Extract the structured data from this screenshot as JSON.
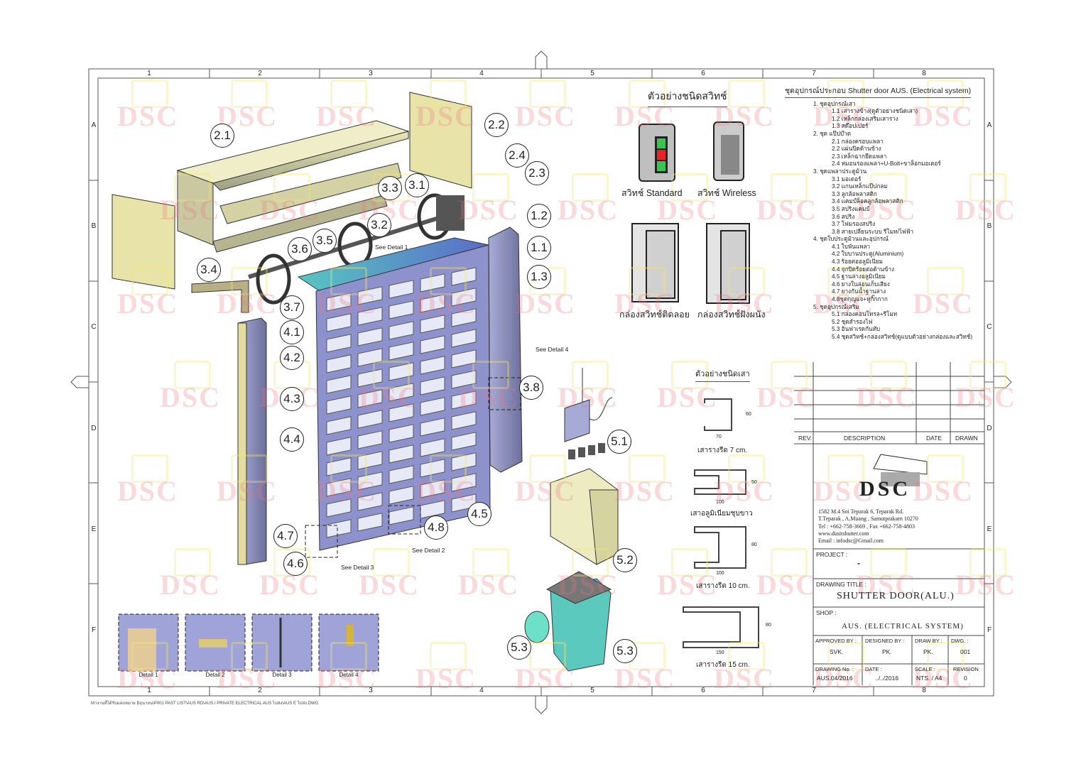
{
  "frame": {
    "columns": [
      "1",
      "2",
      "3",
      "4",
      "5",
      "6",
      "7",
      "8"
    ],
    "rows": [
      "A",
      "B",
      "C",
      "D",
      "E",
      "F"
    ]
  },
  "watermark": "DSC",
  "callouts": {
    "c2_1": "2.1",
    "c2_2": "2.2",
    "c2_4": "2.4",
    "c2_3": "2.3",
    "c3_3": "3.3",
    "c3_1": "3.1",
    "c1_2": "1.2",
    "c3_2": "3.2",
    "c3_5": "3.5",
    "c3_6": "3.6",
    "c1_1": "1.1",
    "c3_4": "3.4",
    "c1_3": "1.3",
    "c3_7": "3.7",
    "c4_1": "4.1",
    "c4_2": "4.2",
    "c3_8": "3.8",
    "c4_3": "4.3",
    "c4_4": "4.4",
    "c5_1": "5.1",
    "c4_5": "4.5",
    "c4_8": "4.8",
    "c4_7": "4.7",
    "c4_6": "4.6",
    "c5_2": "5.2",
    "c5_3a": "5.3",
    "c5_3b": "5.3"
  },
  "see_details": {
    "d1": "See Detail 1",
    "d2": "See Detail 2",
    "d3": "See Detail 3",
    "d4": "See Detail 4"
  },
  "details": [
    "Detail 1",
    "Detail 2",
    "Detail 3",
    "Detail 4"
  ],
  "switch_section": {
    "title": "ตัวอย่างชนิดสวิทช์",
    "standard": "สวิทช์ Standard",
    "wireless": "สวิทช์ Wireless",
    "surface_box": "กล่องสวิทช์ติดลอย",
    "flush_box": "กล่องสวิทช์ฝังผนัง"
  },
  "post_section": {
    "title": "ตัวอย่างชนิดเสา",
    "posts": [
      {
        "label": "เสารางรีด 7 cm.",
        "width": "70",
        "height": "60"
      },
      {
        "label": "เสาอลูมิเนียมชุบขาว",
        "width": "100",
        "height": "50"
      },
      {
        "label": "เสารางรีด 10 cm.",
        "width": "100",
        "height": "80"
      },
      {
        "label": "เสารางรีด 15 cm.",
        "width": "150",
        "height": "80"
      }
    ]
  },
  "parts_list": {
    "title": "ชุดอุปกรณ์ประกอบ Shutter door  AUS. (Electrical system)",
    "groups": [
      {
        "label": "1. ชุดอุปกรณ์เสา",
        "items": [
          "1.1 เสารางข้าง(ดูตัวอย่างชนิดเสา)",
          "1.2 เหล็กกล่องเสริมเสาราง",
          "1.3 สต๊อปเปอร์"
        ]
      },
      {
        "label": "2. ชุด แป๊ปบ๊าด",
        "items": [
          "2.1 กล่องครอบแพลา",
          "2.2 แผ่นปิดด้านข้าง",
          "2.3 เหล็กฉากยึดแพลา",
          "2.4 หมอนรองแพลา+U-Bolt+ขาล็อกมอเตอร์"
        ]
      },
      {
        "label": "3. ชุดแพลาประตูม้วน",
        "items": [
          "3.1 มอเตอร์",
          "3.2 แกนเหล็กแป๊ปกลม",
          "3.3 ลูกล้อพลาสติก",
          "3.4 แคมป์ล็อคลูกล้อพลาสติก",
          "3.5 สปริงแคมป์",
          "3.6 สปริง",
          "3.7 โฟมรองสปริง",
          "3.8 สายเปลี่ยนระบบ รีโมท/ไฟฟ้า"
        ]
      },
      {
        "label": "4. ชุดใบประตูม้วนและอุปกรณ์",
        "items": [
          "4.1 ใบพันแพลา",
          "4.2 ใบบานประตู(Aluminium)",
          "4.3 ร้อยต่ออลูมิเนียม",
          "4.4 จุกปิดร้อยต่อด้านข้าง",
          "4.5 ฐานล่างอลูมิเนียม",
          "4.6 ยางในล่อนเก็บเสียง",
          "4.7 ยางกันน้ำฐานล่าง",
          "4.8ชุดกุญแจ+หูกิ๊กกาก"
        ]
      },
      {
        "label": "5. ชุดอุปกรณ์เสริม",
        "items": [
          "5.1 กล่องคอนโทรล+รีโมท",
          "5.2 ชุดสำรองไฟ",
          "5.3 อินฟาเรดกันทับ",
          "5.4 ชุดสวิทช์+กล่องสวิทช์(ดูแบบตัวอย่างกล่องและสวิทช์)"
        ]
      }
    ]
  },
  "title_block": {
    "headers": {
      "rev": "REV.",
      "description": "DESCRIPTION",
      "date": "DATE",
      "drawn": "DRAWN"
    },
    "logo": "DSC",
    "address": [
      "1582 M.4 Soi Teparak 6, Teparak Rd.",
      "T.Teparak , A.Muang , Samutprakarn 10270",
      "Tel : +662-758-3669 , Fax +662-758-4803",
      "www.dusitshutter.com",
      "Email : infodsc@Gmail.com"
    ],
    "project_label": "PROJECT :",
    "project_value": "-",
    "drawing_title_label": "DRAWING TITLE :",
    "drawing_title": "SHUTTER DOOR(ALU.)",
    "shop_label": "SHOP :",
    "shop_value": "AUS. (ELECTRICAL SYSTEM)",
    "approved_label": "APPROVED  BY :",
    "approved": "SVK.",
    "designed_label": "DESIGNED BY :",
    "designed": "PK.",
    "drawby_label": "DRAW BY :",
    "drawby": "PK.",
    "dwg_label": "DWG. :",
    "dwg": "001",
    "drawing_no_label": "DRAWING No. :",
    "drawing_no": "AUS.04/2016",
    "date_label": "DATE :",
    "date": "../../2016",
    "scale_label": "SCALE :",
    "scale": "NTS. / A4",
    "revision_label": "REVISION",
    "revision": "0"
  },
  "file_path_note": "M:\\งานที่ได้รับมอบหมาย มิถุนายน\\P001 PAST LIST\\AUS RD\\AUS.I PRIVATE ELECTRICAL AUS  ไปส่ง\\AUS E ไปส่ง.DWG"
}
